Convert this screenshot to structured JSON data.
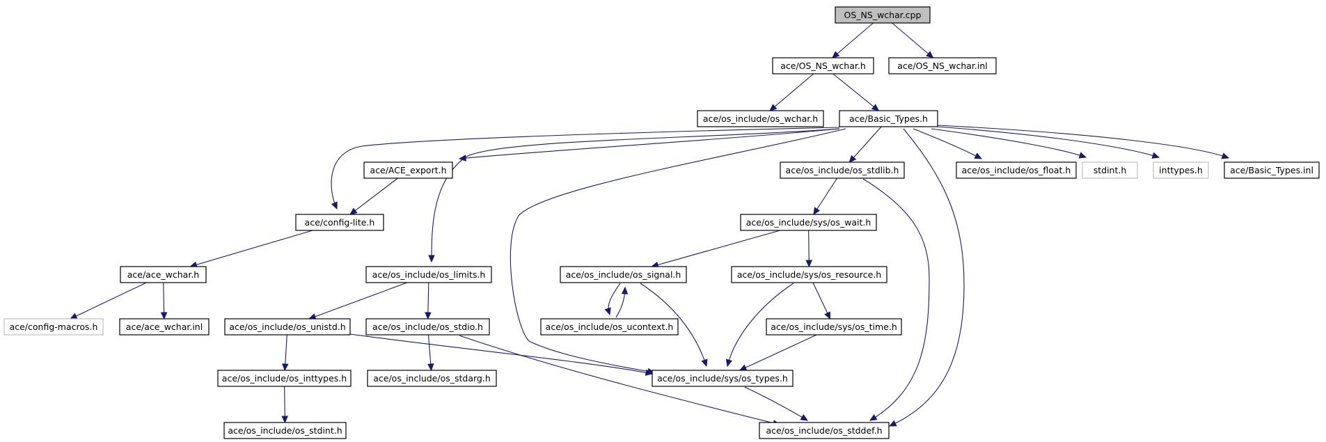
{
  "diagram": {
    "nodes": [
      {
        "id": "root",
        "label": "OS_NS_wchar.cpp",
        "style": "root"
      },
      {
        "id": "os_ns_wchar_h",
        "label": "ace/OS_NS_wchar.h",
        "style": "normal"
      },
      {
        "id": "os_ns_wchar_inl",
        "label": "ace/OS_NS_wchar.inl",
        "style": "normal"
      },
      {
        "id": "os_wchar",
        "label": "ace/os_include/os_wchar.h",
        "style": "normal"
      },
      {
        "id": "basic_types",
        "label": "ace/Basic_Types.h",
        "style": "normal"
      },
      {
        "id": "ace_export",
        "label": "ace/ACE_export.h",
        "style": "normal"
      },
      {
        "id": "os_stdlib",
        "label": "ace/os_include/os_stdlib.h",
        "style": "normal"
      },
      {
        "id": "os_float",
        "label": "ace/os_include/os_float.h",
        "style": "normal"
      },
      {
        "id": "stdint",
        "label": "stdint.h",
        "style": "faded"
      },
      {
        "id": "inttypes",
        "label": "inttypes.h",
        "style": "faded"
      },
      {
        "id": "basic_types_inl",
        "label": "ace/Basic_Types.inl",
        "style": "normal"
      },
      {
        "id": "config_lite",
        "label": "ace/config-lite.h",
        "style": "normal"
      },
      {
        "id": "os_wait",
        "label": "ace/os_include/sys/os_wait.h",
        "style": "normal"
      },
      {
        "id": "ace_wchar",
        "label": "ace/ace_wchar.h",
        "style": "normal"
      },
      {
        "id": "os_limits",
        "label": "ace/os_include/os_limits.h",
        "style": "normal"
      },
      {
        "id": "os_signal",
        "label": "ace/os_include/os_signal.h",
        "style": "normal"
      },
      {
        "id": "os_resource",
        "label": "ace/os_include/sys/os_resource.h",
        "style": "normal"
      },
      {
        "id": "config_macros",
        "label": "ace/config-macros.h",
        "style": "faded"
      },
      {
        "id": "ace_wchar_inl",
        "label": "ace/ace_wchar.inl",
        "style": "normal"
      },
      {
        "id": "os_unistd",
        "label": "ace/os_include/os_unistd.h",
        "style": "normal"
      },
      {
        "id": "os_stdio",
        "label": "ace/os_include/os_stdio.h",
        "style": "normal"
      },
      {
        "id": "os_ucontext",
        "label": "ace/os_include/os_ucontext.h",
        "style": "normal"
      },
      {
        "id": "os_time",
        "label": "ace/os_include/sys/os_time.h",
        "style": "normal"
      },
      {
        "id": "os_inttypes",
        "label": "ace/os_include/os_inttypes.h",
        "style": "normal"
      },
      {
        "id": "os_stdarg",
        "label": "ace/os_include/os_stdarg.h",
        "style": "normal"
      },
      {
        "id": "os_types",
        "label": "ace/os_include/sys/os_types.h",
        "style": "normal"
      },
      {
        "id": "os_stdint",
        "label": "ace/os_include/os_stdint.h",
        "style": "normal"
      },
      {
        "id": "os_stddef",
        "label": "ace/os_include/os_stddef.h",
        "style": "normal"
      }
    ],
    "edges": [
      {
        "from": "root",
        "to": "os_ns_wchar_h"
      },
      {
        "from": "root",
        "to": "os_ns_wchar_inl"
      },
      {
        "from": "os_ns_wchar_h",
        "to": "os_wchar"
      },
      {
        "from": "os_ns_wchar_h",
        "to": "basic_types"
      },
      {
        "from": "basic_types",
        "to": "ace_export"
      },
      {
        "from": "basic_types",
        "to": "config_lite"
      },
      {
        "from": "basic_types",
        "to": "os_limits"
      },
      {
        "from": "basic_types",
        "to": "os_types"
      },
      {
        "from": "basic_types",
        "to": "os_stdlib"
      },
      {
        "from": "basic_types",
        "to": "os_stddef"
      },
      {
        "from": "basic_types",
        "to": "os_float"
      },
      {
        "from": "basic_types",
        "to": "stdint"
      },
      {
        "from": "basic_types",
        "to": "inttypes"
      },
      {
        "from": "basic_types",
        "to": "basic_types_inl"
      },
      {
        "from": "ace_export",
        "to": "config_lite"
      },
      {
        "from": "config_lite",
        "to": "ace_wchar"
      },
      {
        "from": "ace_wchar",
        "to": "config_macros"
      },
      {
        "from": "ace_wchar",
        "to": "ace_wchar_inl"
      },
      {
        "from": "os_stdlib",
        "to": "os_wait"
      },
      {
        "from": "os_stdlib",
        "to": "os_stddef"
      },
      {
        "from": "os_wait",
        "to": "os_signal"
      },
      {
        "from": "os_wait",
        "to": "os_resource"
      },
      {
        "from": "os_signal",
        "to": "os_ucontext"
      },
      {
        "from": "os_ucontext",
        "to": "os_signal"
      },
      {
        "from": "os_signal",
        "to": "os_types"
      },
      {
        "from": "os_resource",
        "to": "os_time"
      },
      {
        "from": "os_resource",
        "to": "os_types"
      },
      {
        "from": "os_time",
        "to": "os_types"
      },
      {
        "from": "os_limits",
        "to": "os_unistd"
      },
      {
        "from": "os_limits",
        "to": "os_stdio"
      },
      {
        "from": "os_unistd",
        "to": "os_inttypes"
      },
      {
        "from": "os_unistd",
        "to": "os_types"
      },
      {
        "from": "os_inttypes",
        "to": "os_stdint"
      },
      {
        "from": "os_stdio",
        "to": "os_stdarg"
      },
      {
        "from": "os_stdio",
        "to": "os_stddef"
      },
      {
        "from": "os_types",
        "to": "os_stddef"
      }
    ],
    "colors": {
      "edge": "#191970",
      "root_fill": "#bfbfbf",
      "node_border": "#000000",
      "faded_border": "#bfbfbf"
    }
  }
}
